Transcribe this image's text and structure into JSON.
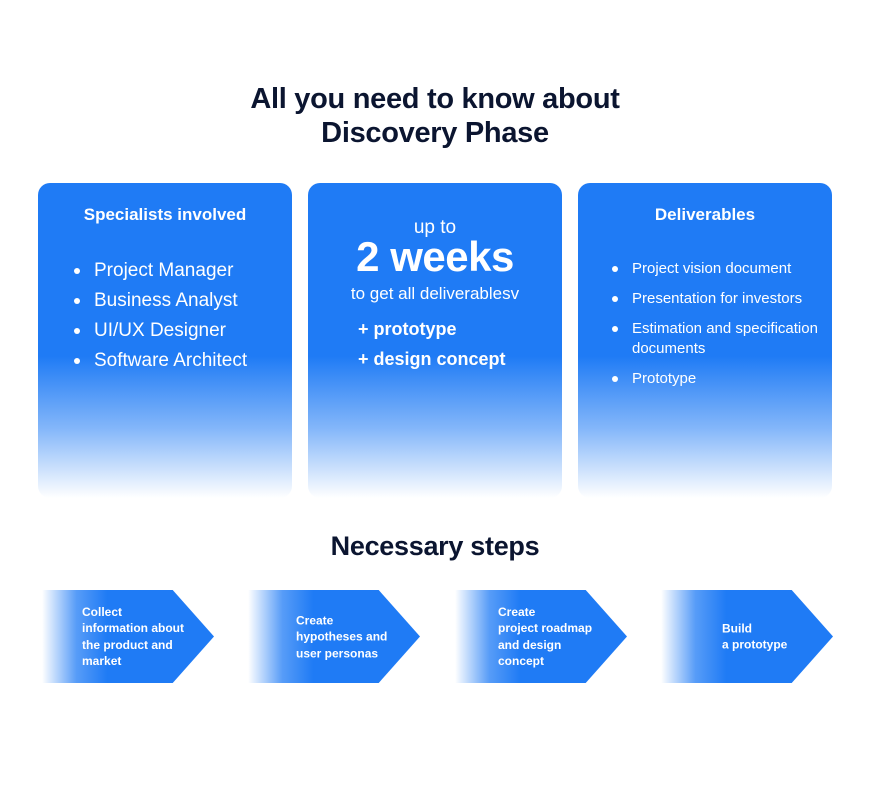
{
  "title": {
    "line1": "All you need to know about",
    "line2": "Discovery Phase"
  },
  "cards": {
    "specialists": {
      "title": "Specialists involved",
      "items": [
        "Project Manager",
        "Business Analyst",
        "UI/UX Designer",
        "Software Architect"
      ]
    },
    "timeline": {
      "prefix": "up to",
      "duration": "2 weeks",
      "suffix": "to get all deliverablesv",
      "extras": [
        "+ prototype",
        "+ design concept"
      ]
    },
    "deliverables": {
      "title": "Deliverables",
      "items": [
        "Project vision document",
        "Presentation for investors",
        "Estimation and specification documents",
        "Prototype"
      ]
    }
  },
  "steps": {
    "title": "Necessary steps",
    "items": [
      {
        "lines": [
          "Collect",
          "information about",
          "the product and",
          "market"
        ]
      },
      {
        "lines": [
          "Create",
          "hypotheses and",
          "user personas"
        ]
      },
      {
        "lines": [
          "Create",
          "project roadmap",
          "and design",
          "concept"
        ]
      },
      {
        "lines": [
          "Build",
          "a prototype"
        ]
      }
    ]
  },
  "colors": {
    "accent": "#1f7bf5",
    "heading": "#0b1530"
  }
}
